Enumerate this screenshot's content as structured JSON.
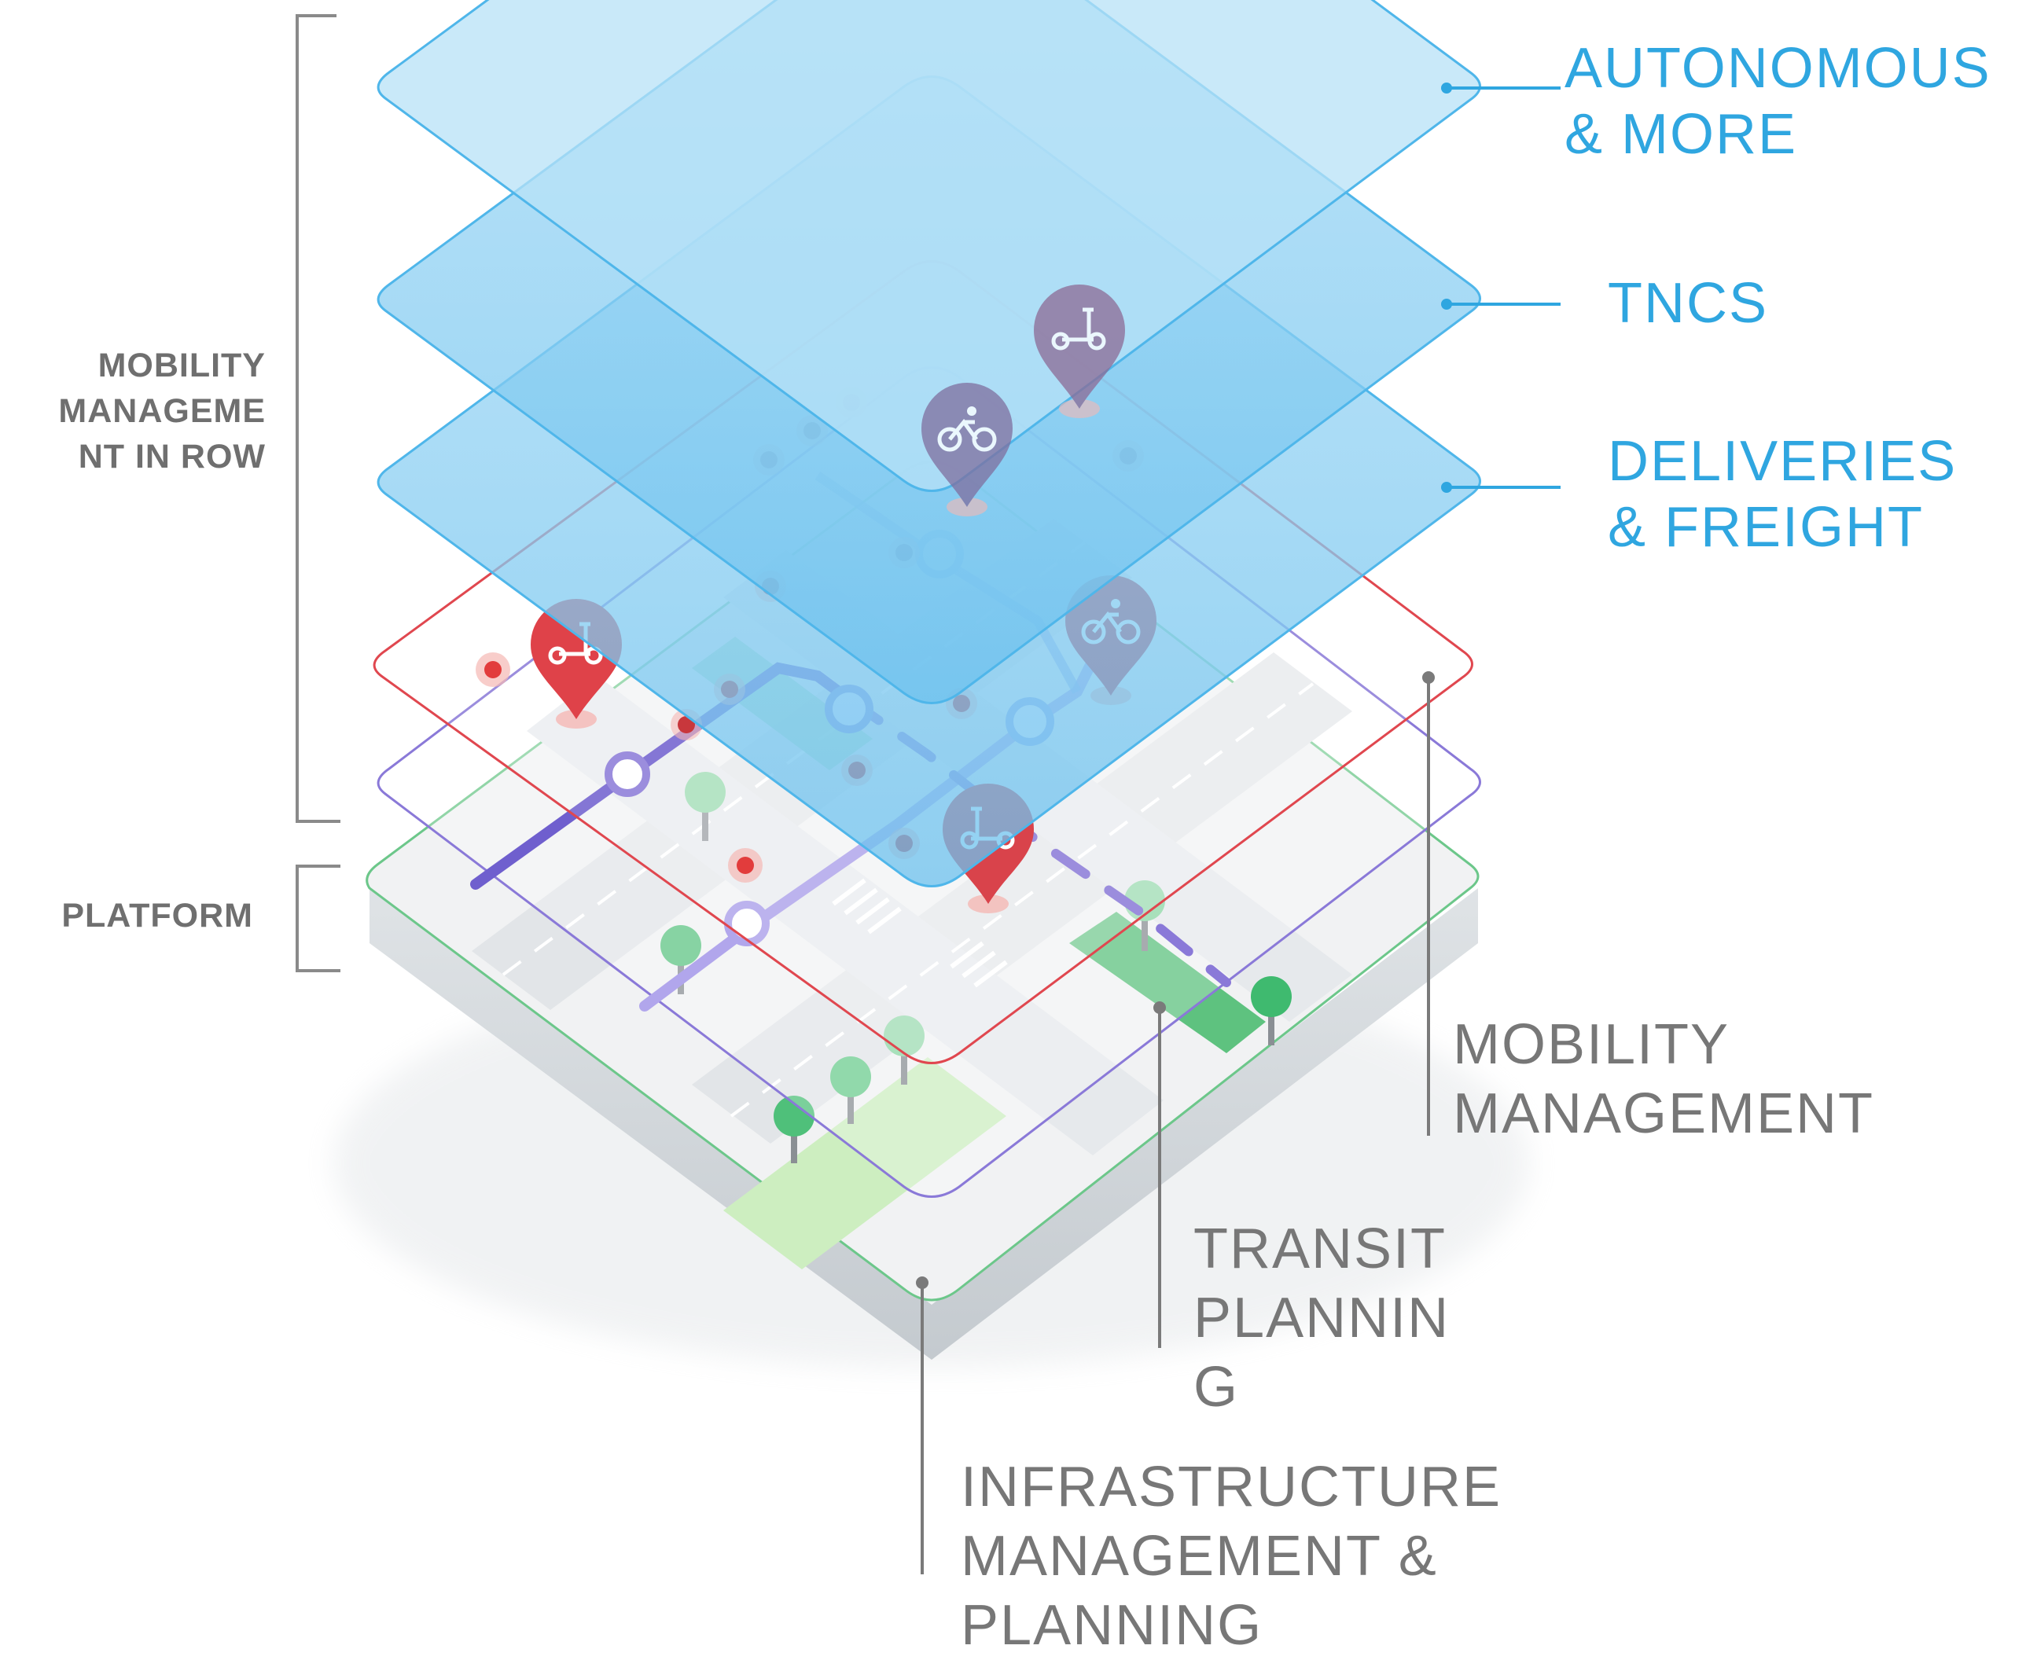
{
  "left_brackets": {
    "mobility_row": "MOBILITY\nMANAGEME\nNT IN ROW",
    "platform": "PLATFORM"
  },
  "layer_labels": {
    "autonomous": "AUTONOMOUS\n& MORE",
    "tncs": "TNCS",
    "deliveries": "DELIVERIES\n& FREIGHT",
    "mobility": "MOBILITY\nMANAGEMENT",
    "transit": "TRANSIT\nPLANNIN\nG",
    "infrastructure": "INFRASTRUCTURE\nMANAGEMENT &\nPLANNING"
  },
  "colors": {
    "blue_label": "#2fa6e0",
    "gray_label": "#777777",
    "mobility_layer": "#e0474f",
    "transit_layer": "#8a79d8",
    "infrastructure_layer": "#6cc78a",
    "blue_layers": "#4fb6ea"
  },
  "icons": [
    "scooter-pin-icon",
    "bike-pin-icon"
  ]
}
